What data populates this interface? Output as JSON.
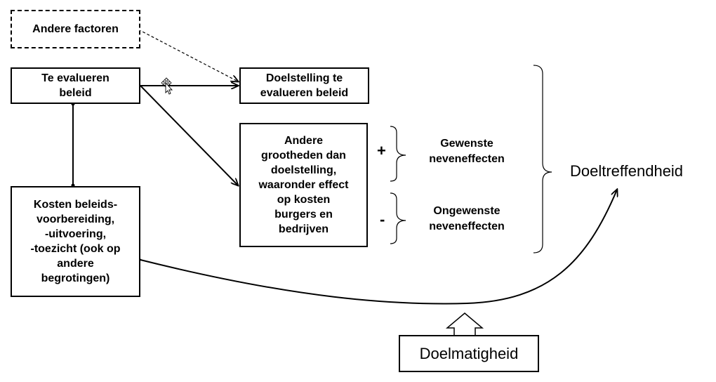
{
  "boxes": {
    "other_factors": "Andere factoren",
    "policy": [
      "Te evalueren",
      "beleid"
    ],
    "objective": [
      "Doelstelling te",
      "evalueren beleid"
    ],
    "other_quantities": [
      "Andere",
      "grootheden dan",
      "doelstelling,",
      "waaronder effect",
      "op kosten",
      "burgers en",
      "bedrijven"
    ],
    "costs": [
      "Kosten beleids-",
      "voorbereiding,",
      "-uitvoering,",
      "-toezicht (ook op",
      "andere",
      "begrotingen)"
    ],
    "efficiency": "Doelmatigheid"
  },
  "effects": {
    "plus_sign": "+",
    "minus_sign": "-",
    "desired": [
      "Gewenste",
      "neveneffecten"
    ],
    "undesired": [
      "Ongewenste",
      "neveneffecten"
    ]
  },
  "effectiveness": "Doeltreffendheid",
  "icons": {
    "cursor": "move-cursor-icon"
  }
}
